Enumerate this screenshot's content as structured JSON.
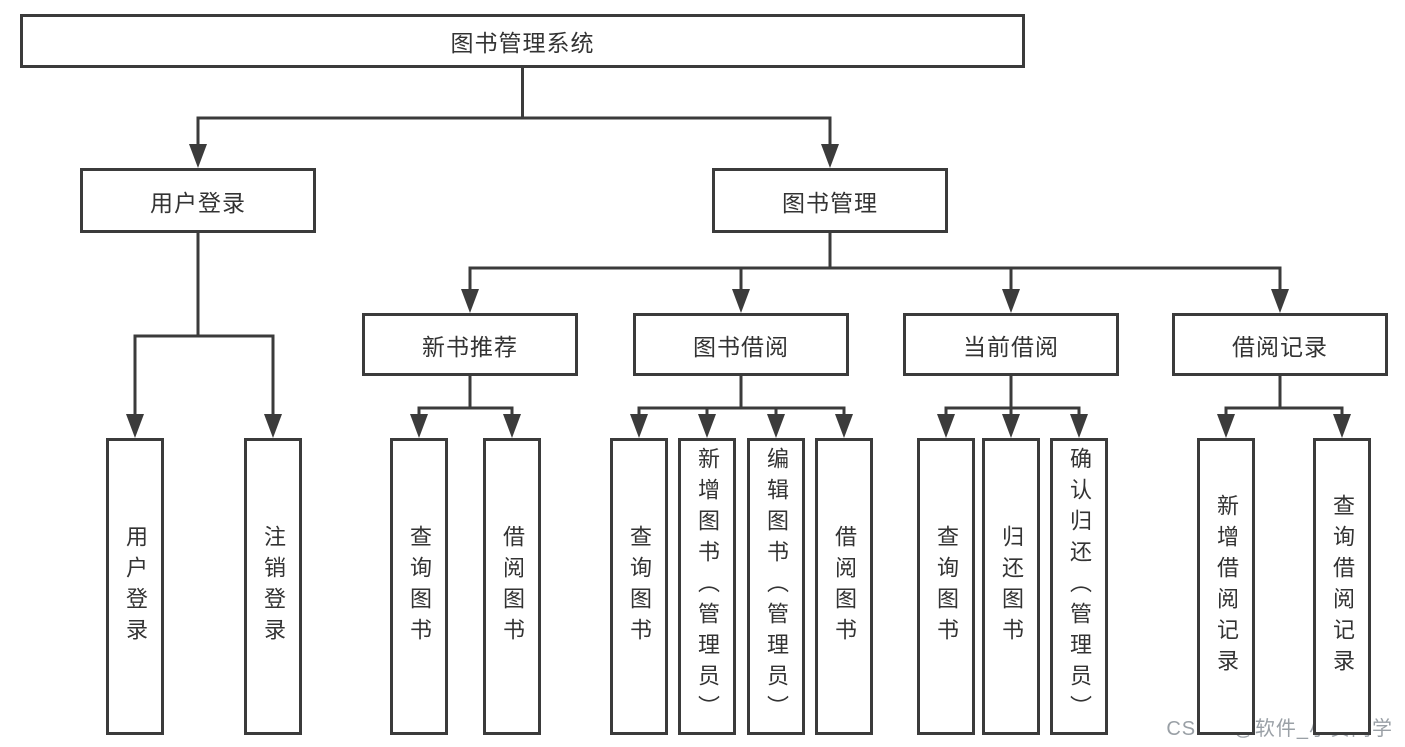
{
  "diagram": {
    "title": "图书管理系统",
    "watermark": "CSDN @软件_小贺同学",
    "colors": {
      "line": "#3b3b3b",
      "text": "#333333",
      "background": "#ffffff",
      "watermark": "#9aa0a6"
    },
    "nodes": [
      {
        "id": "root",
        "label": "图书管理系统",
        "level": 1,
        "orientation": "horizontal"
      },
      {
        "id": "user-login",
        "label": "用户登录",
        "level": 2,
        "orientation": "horizontal"
      },
      {
        "id": "book-mgmt",
        "label": "图书管理",
        "level": 2,
        "orientation": "horizontal"
      },
      {
        "id": "new-book-rec",
        "label": "新书推荐",
        "level": 3,
        "orientation": "horizontal"
      },
      {
        "id": "book-borrow",
        "label": "图书借阅",
        "level": 3,
        "orientation": "horizontal"
      },
      {
        "id": "current-borrow",
        "label": "当前借阅",
        "level": 3,
        "orientation": "horizontal"
      },
      {
        "id": "borrow-records",
        "label": "借阅记录",
        "level": 3,
        "orientation": "horizontal"
      },
      {
        "id": "leaf-user-login",
        "label": "用户登录",
        "level": 4,
        "orientation": "vertical"
      },
      {
        "id": "leaf-logout",
        "label": "注销登录",
        "level": 4,
        "orientation": "vertical"
      },
      {
        "id": "leaf-query-book-1",
        "label": "查询图书",
        "level": 4,
        "orientation": "vertical"
      },
      {
        "id": "leaf-borrow-book-1",
        "label": "借阅图书",
        "level": 4,
        "orientation": "vertical"
      },
      {
        "id": "leaf-query-book-2",
        "label": "查询图书",
        "level": 4,
        "orientation": "vertical"
      },
      {
        "id": "leaf-add-book",
        "label": "新增图书（管理员）",
        "level": 4,
        "orientation": "vertical"
      },
      {
        "id": "leaf-edit-book",
        "label": "编辑图书（管理员）",
        "level": 4,
        "orientation": "vertical"
      },
      {
        "id": "leaf-borrow-book-2",
        "label": "借阅图书",
        "level": 4,
        "orientation": "vertical"
      },
      {
        "id": "leaf-query-book-3",
        "label": "查询图书",
        "level": 4,
        "orientation": "vertical"
      },
      {
        "id": "leaf-return-book",
        "label": "归还图书",
        "level": 4,
        "orientation": "vertical"
      },
      {
        "id": "leaf-confirm-return",
        "label": "确认归还（管理员）",
        "level": 4,
        "orientation": "vertical"
      },
      {
        "id": "leaf-add-record",
        "label": "新增借阅记录",
        "level": 4,
        "orientation": "vertical"
      },
      {
        "id": "leaf-query-record",
        "label": "查询借阅记录",
        "level": 4,
        "orientation": "vertical"
      }
    ],
    "edges": [
      {
        "from": "root",
        "to": [
          "user-login",
          "book-mgmt"
        ]
      },
      {
        "from": "user-login",
        "to": [
          "leaf-user-login",
          "leaf-logout"
        ]
      },
      {
        "from": "book-mgmt",
        "to": [
          "new-book-rec",
          "book-borrow",
          "current-borrow",
          "borrow-records"
        ]
      },
      {
        "from": "new-book-rec",
        "to": [
          "leaf-query-book-1",
          "leaf-borrow-book-1"
        ]
      },
      {
        "from": "book-borrow",
        "to": [
          "leaf-query-book-2",
          "leaf-add-book",
          "leaf-edit-book",
          "leaf-borrow-book-2"
        ]
      },
      {
        "from": "current-borrow",
        "to": [
          "leaf-query-book-3",
          "leaf-return-book",
          "leaf-confirm-return"
        ]
      },
      {
        "from": "borrow-records",
        "to": [
          "leaf-add-record",
          "leaf-query-record"
        ]
      }
    ]
  }
}
